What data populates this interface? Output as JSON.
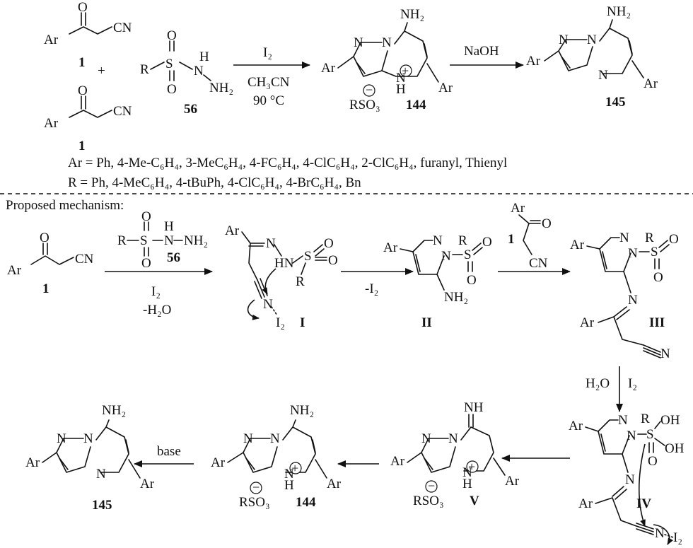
{
  "labels": {
    "compounds": {
      "c1": "1",
      "c56": "56",
      "c144": "144",
      "c145": "145",
      "cI": "I",
      "cII": "II",
      "cIII": "III",
      "cIV": "IV",
      "cV": "V"
    },
    "atoms": {
      "Ar": "Ar",
      "R": "R",
      "O": "O",
      "N": "N",
      "S": "S",
      "H": "H",
      "CN": "CN",
      "NH2": "NH₂",
      "NH": "NH",
      "HN": "HN",
      "OH": "OH",
      "RSO3": "RSO₃",
      "I2": "I₂",
      "plus_sign": "+"
    },
    "conditions": {
      "top_reagent": "I₂",
      "top_solvent": "CH₃CN",
      "top_temp": "90 °C",
      "naoh": "NaOH",
      "mech_i2": "I₂",
      "mech_water": "-H₂O",
      "minus_i2": "-I₂",
      "water": "H₂O",
      "iodine": "I₂",
      "base": "base"
    },
    "substituents": {
      "ar_line": "Ar = Ph, 4-Me-C₆H₄, 3-MeC₆H₄, 4-FC₆H₄, 4-ClC₆H₄, 2-ClC₆H₄, furanyl, Thienyl",
      "r_line": "R = Ph, 4-MeC₆H₄, 4-tBuPh, 4-ClC₆H₄, 4-BrC₆H₄, Bn"
    },
    "section": {
      "mechanism_title": "Proposed mechanism:"
    }
  }
}
